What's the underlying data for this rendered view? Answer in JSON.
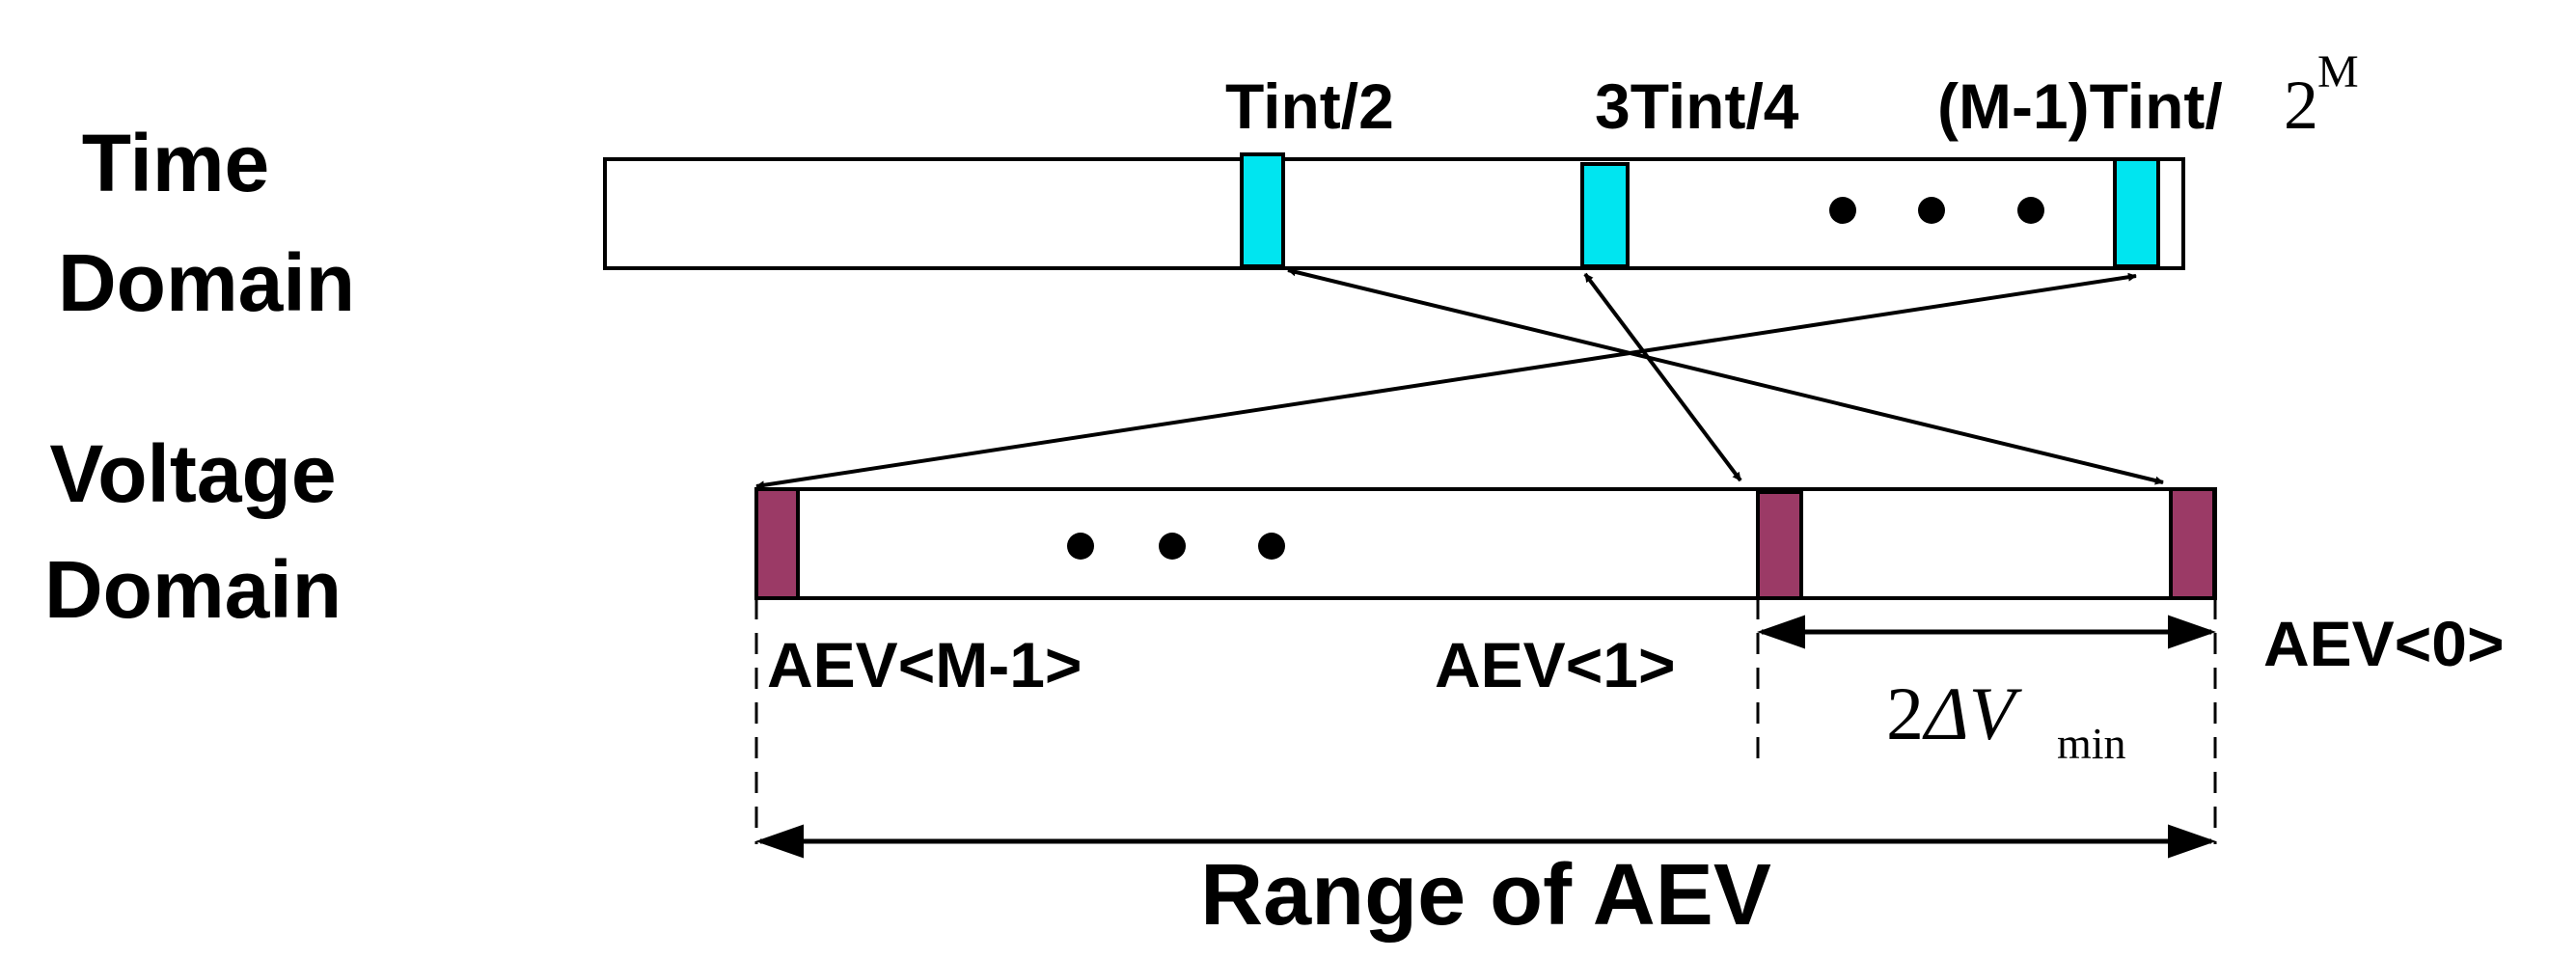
{
  "labels": {
    "time_domain_line1": "Time",
    "time_domain_line2": "Domain",
    "voltage_domain_line1": "Voltage",
    "voltage_domain_line2": "Domain",
    "tint_half": "Tint/2",
    "tint_three_quarter": "3Tint/4",
    "tint_last_prefix": "(M-1)Tint/",
    "tint_last_base": "2",
    "tint_last_exp": "M",
    "aev_m1": "AEV<M-1>",
    "aev_1": "AEV<1>",
    "aev_0": "AEV<0>",
    "delta_coef": "2",
    "delta_symbol": "ΔV",
    "delta_sub": "min",
    "range": "Range of AEV"
  },
  "colors": {
    "time_marker": "#00e5f0",
    "voltage_marker": "#9b3a66",
    "stroke": "#000000"
  }
}
